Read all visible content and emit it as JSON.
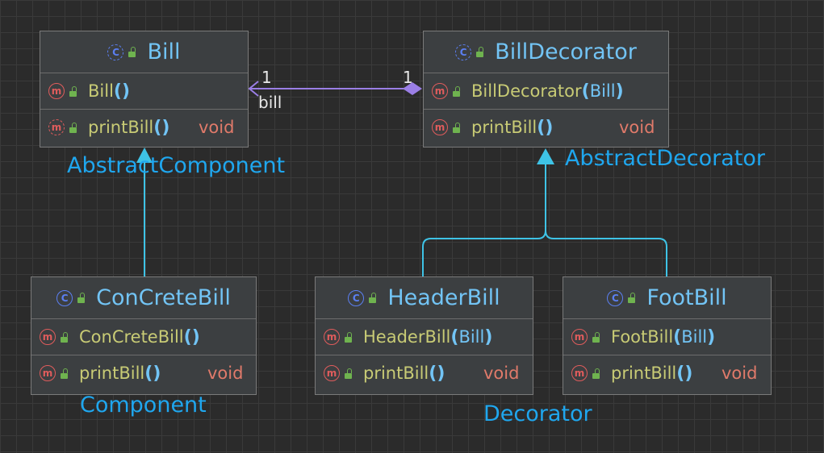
{
  "colors": {
    "background": "#2b2b2b",
    "class_box": "#3c3f41",
    "class_name": "#72c4f5",
    "method_name": "#c8cb75",
    "return_type": "#e07a6a",
    "note": "#1fa7ef",
    "inheritance_edge": "#3ec3e6",
    "association_edge": "#9b7fe6"
  },
  "classes": {
    "bill": {
      "icon": "class-icon-abstract",
      "name": "Bill",
      "methods": [
        {
          "icon": "method-icon",
          "name": "Bill",
          "open": "(",
          "param": "",
          "close": ")",
          "ret": ""
        },
        {
          "icon": "method-icon-abstract",
          "name": "printBill",
          "open": "(",
          "param": "",
          "close": ")",
          "ret": "void"
        }
      ]
    },
    "bill_decorator": {
      "icon": "class-icon-abstract",
      "name": "BillDecorator",
      "methods": [
        {
          "icon": "method-icon",
          "name": "BillDecorator",
          "open": "(",
          "param": "Bill",
          "close": ")",
          "ret": ""
        },
        {
          "icon": "method-icon",
          "name": "printBill",
          "open": "(",
          "param": "",
          "close": ")",
          "ret": "void"
        }
      ]
    },
    "concrete_bill": {
      "icon": "class-icon",
      "name": "ConCreteBill",
      "methods": [
        {
          "icon": "method-icon",
          "name": "ConCreteBill",
          "open": "(",
          "param": "",
          "close": ")",
          "ret": ""
        },
        {
          "icon": "method-icon",
          "name": "printBill",
          "open": "(",
          "param": "",
          "close": ")",
          "ret": "void"
        }
      ]
    },
    "header_bill": {
      "icon": "class-icon",
      "name": "HeaderBill",
      "methods": [
        {
          "icon": "method-icon",
          "name": "HeaderBill",
          "open": "(",
          "param": "Bill",
          "close": ")",
          "ret": ""
        },
        {
          "icon": "method-icon",
          "name": "printBill",
          "open": "(",
          "param": "",
          "close": ")",
          "ret": "void"
        }
      ]
    },
    "foot_bill": {
      "icon": "class-icon",
      "name": "FootBill",
      "methods": [
        {
          "icon": "method-icon",
          "name": "FootBill",
          "open": "(",
          "param": "Bill",
          "close": ")",
          "ret": ""
        },
        {
          "icon": "method-icon",
          "name": "printBill",
          "open": "(",
          "param": "",
          "close": ")",
          "ret": "void"
        }
      ]
    }
  },
  "icon_letters": {
    "class": "C",
    "method": "m"
  },
  "association": {
    "source_multiplicity": "1",
    "target_multiplicity": "1",
    "role": "bill"
  },
  "notes": {
    "abstract_component": "AbstractComponent",
    "abstract_decorator": "AbstractDecorator",
    "component": "Component",
    "decorator": "Decorator"
  }
}
